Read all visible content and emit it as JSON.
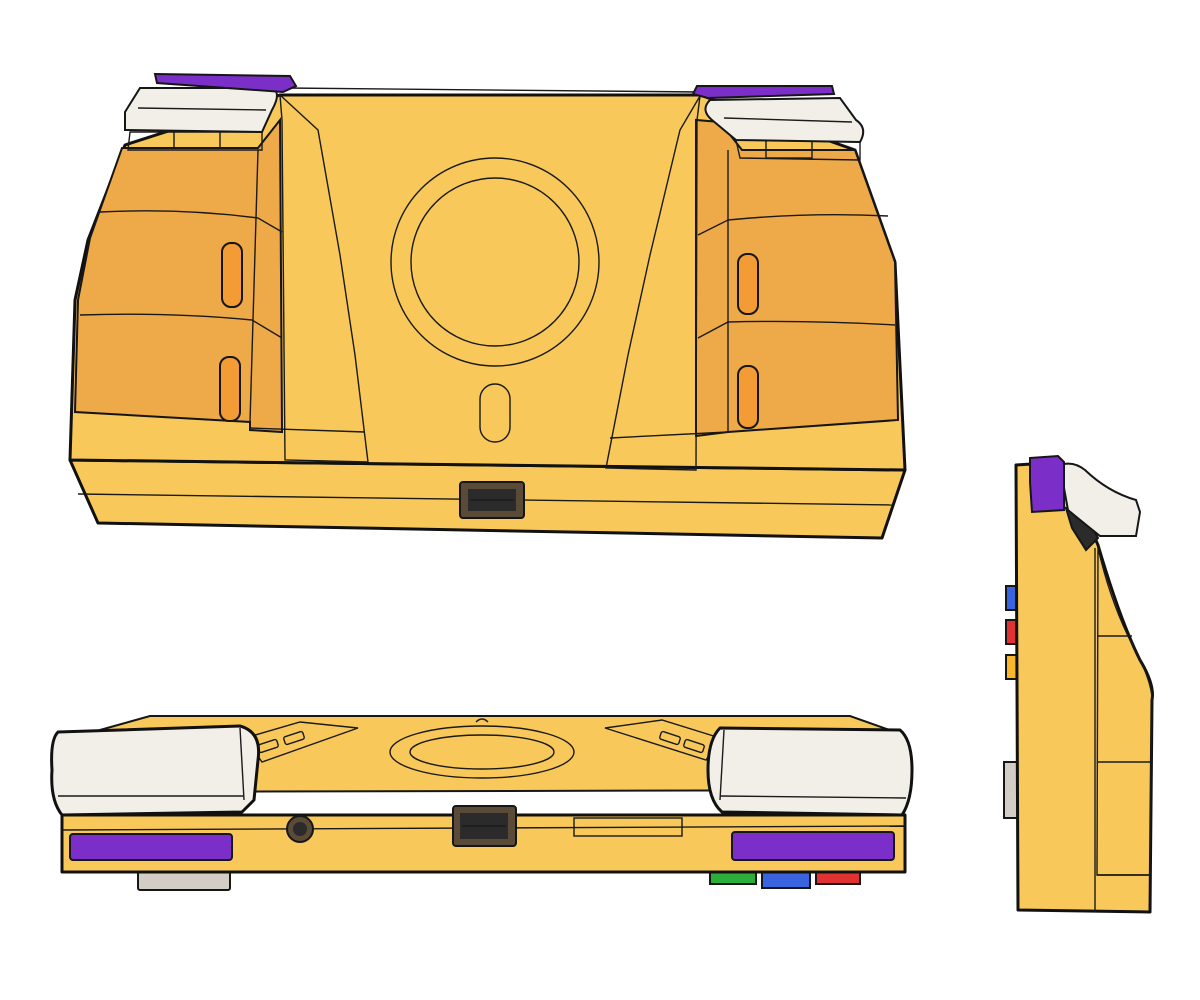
{
  "colors": {
    "body_yellow": "#F8C95A",
    "side_orange": "#EEAA48",
    "channel_shade": "#EFC15B",
    "trigger_white": "#F2EFE8",
    "trigger_purple": "#7B2FC8",
    "slider_orange": "#F39B35",
    "dark_vent": "#2B2B2B",
    "socket_brown": "#5A4A38",
    "inner_brown": "#8B7346",
    "button_blue": "#3A63E0",
    "button_red": "#E03232",
    "button_green": "#2BAE3A",
    "button_yellow": "#F8B62A",
    "foot_gray": "#D2CEC6"
  },
  "views": [
    {
      "name": "back-view"
    },
    {
      "name": "bottom-view"
    },
    {
      "name": "side-view"
    }
  ],
  "icons": {
    "ring_mount": "magnetic-ring-icon",
    "usb_port": "usb-port-icon",
    "audio_jack": "audio-jack-icon",
    "face_buttons": [
      "green-button",
      "blue-button",
      "red-button"
    ],
    "side_buttons": [
      "blue-button",
      "red-button",
      "yellow-button"
    ]
  }
}
